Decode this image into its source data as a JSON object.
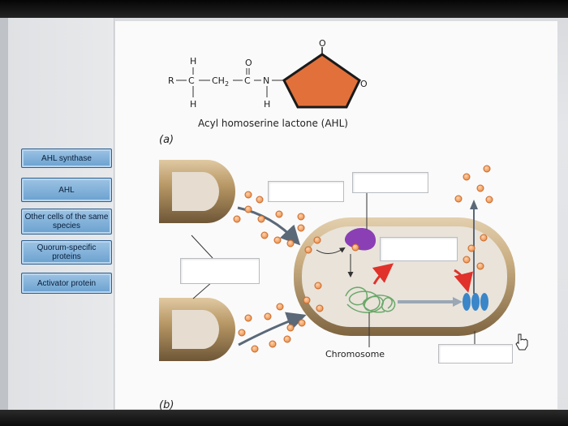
{
  "labels": [
    "AHL synthase",
    "AHL",
    "Other cells of the same species",
    "Quorum-specific proteins",
    "Activator protein"
  ],
  "molecule": {
    "h_top": "H",
    "h_bottom": "H",
    "r_group": "R",
    "carbon": "C",
    "ch2": "CH",
    "sub2": "2",
    "carbon2": "C",
    "oxygen_top": "O",
    "nitrogen": "N",
    "h_nitrogen": "H",
    "ring_oxygen_top": "O",
    "ring_oxygen": "O",
    "name": "Acyl homoserine lactone (AHL)"
  },
  "panel_a_label": "(a)",
  "panel_b_label": "(b)",
  "chromosome_label": "Chromosome",
  "colors": {
    "label_bg": "#7fb2dc",
    "lactone_ring": "#e2703a",
    "cell_body": "#c9ae84",
    "ahl_dot": "#f0a26a",
    "synthase": "#8b3fb5",
    "dna": "#6aa86a",
    "protein": "#3a86c8",
    "red_arrow": "#e0322a"
  }
}
